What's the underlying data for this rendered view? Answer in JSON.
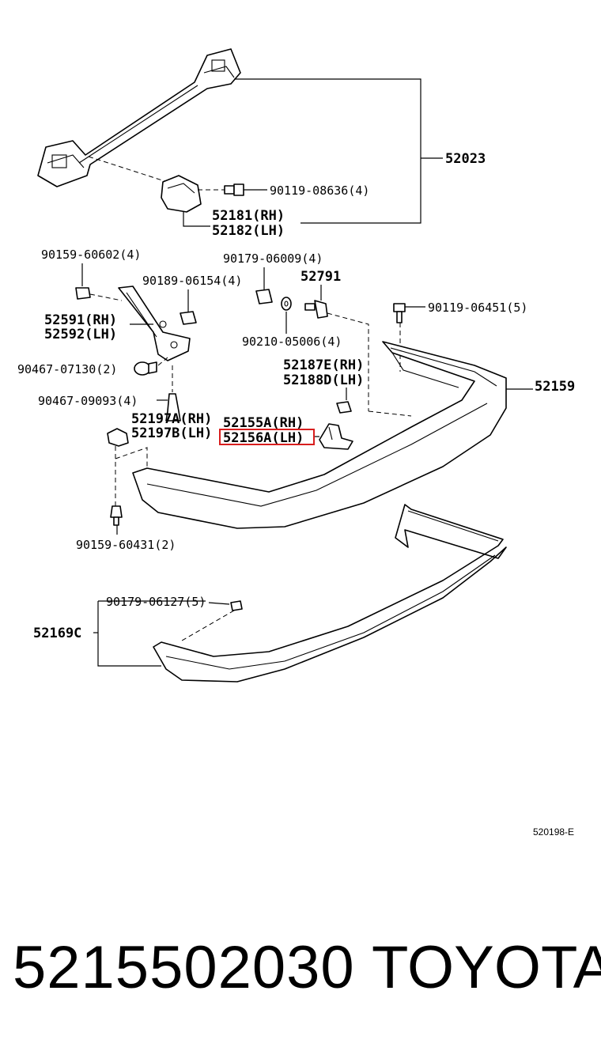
{
  "diagram": {
    "labels": {
      "p52023": "52023",
      "p90119_08636": "90119-08636(4)",
      "p52181": "52181(RH)",
      "p52182": "52182(LH)",
      "p90159_60602": "90159-60602(4)",
      "p90179_06009": "90179-06009(4)",
      "p52791": "52791",
      "p90189_06154": "90189-06154(4)",
      "p90119_06451": "90119-06451(5)",
      "p52591": "52591(RH)",
      "p52592": "52592(LH)",
      "p90210_05006": "90210-05006(4)",
      "p90467_07130": "90467-07130(2)",
      "p52187E": "52187E(RH)",
      "p52188D": "52188D(LH)",
      "p52159": "52159",
      "p90467_09093": "90467-09093(4)",
      "p52197A": "52197A(RH)",
      "p52197B": "52197B(LH)",
      "p52155A": "52155A(RH)",
      "p52156A": "52156A(LH)",
      "p90159_60431": "90159-60431(2)",
      "p90179_06127": "90179-06127(5)",
      "p52169C": "52169C",
      "drawing_code": "520198-E"
    },
    "highlight_color": "#d81e1e"
  },
  "footer": {
    "part_number": "5215502030",
    "brand": "TOYOTA"
  }
}
